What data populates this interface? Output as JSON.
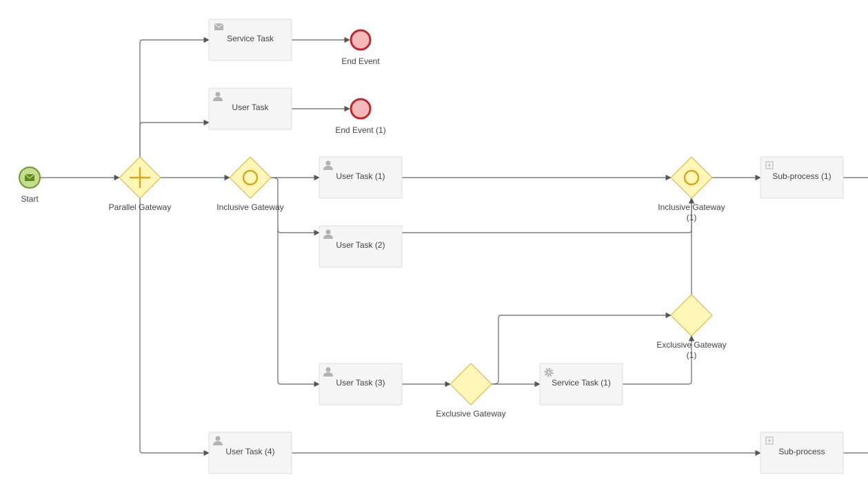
{
  "diagram": {
    "start": {
      "label": "Start",
      "color": "#c5dd8f",
      "icon": "envelope-icon"
    },
    "parallel_gateway": {
      "label": "Parallel Gateway"
    },
    "inclusive_gateway": {
      "label": "Inclusive Gateway"
    },
    "inclusive_gateway_1": {
      "label_line1": "Inclusive Gateway",
      "label_line2": "(1)"
    },
    "exclusive_gateway": {
      "label": "Exclusive Gateway"
    },
    "exclusive_gateway_1": {
      "label_line1": "Exclusive Gateway",
      "label_line2": "(1)"
    },
    "service_task": {
      "label": "Service Task",
      "icon": "envelope-icon"
    },
    "service_task_1": {
      "label": "Service Task (1)",
      "icon": "gear-icon"
    },
    "user_task": {
      "label": "User Task",
      "icon": "user-icon"
    },
    "user_task_1": {
      "label": "User Task (1)",
      "icon": "user-icon"
    },
    "user_task_2": {
      "label": "User Task (2)",
      "icon": "user-icon"
    },
    "user_task_3": {
      "label": "User Task (3)",
      "icon": "user-icon"
    },
    "user_task_4": {
      "label": "User Task (4)",
      "icon": "user-icon"
    },
    "sub_process": {
      "label": "Sub-process",
      "icon": "plus-box-icon"
    },
    "sub_process_1": {
      "label": "Sub-process (1)",
      "icon": "plus-box-icon"
    },
    "end_event": {
      "label": "End Event",
      "color": "#f5b9b9"
    },
    "end_event_1": {
      "label": "End Event (1)",
      "color": "#f5b9b9"
    }
  }
}
